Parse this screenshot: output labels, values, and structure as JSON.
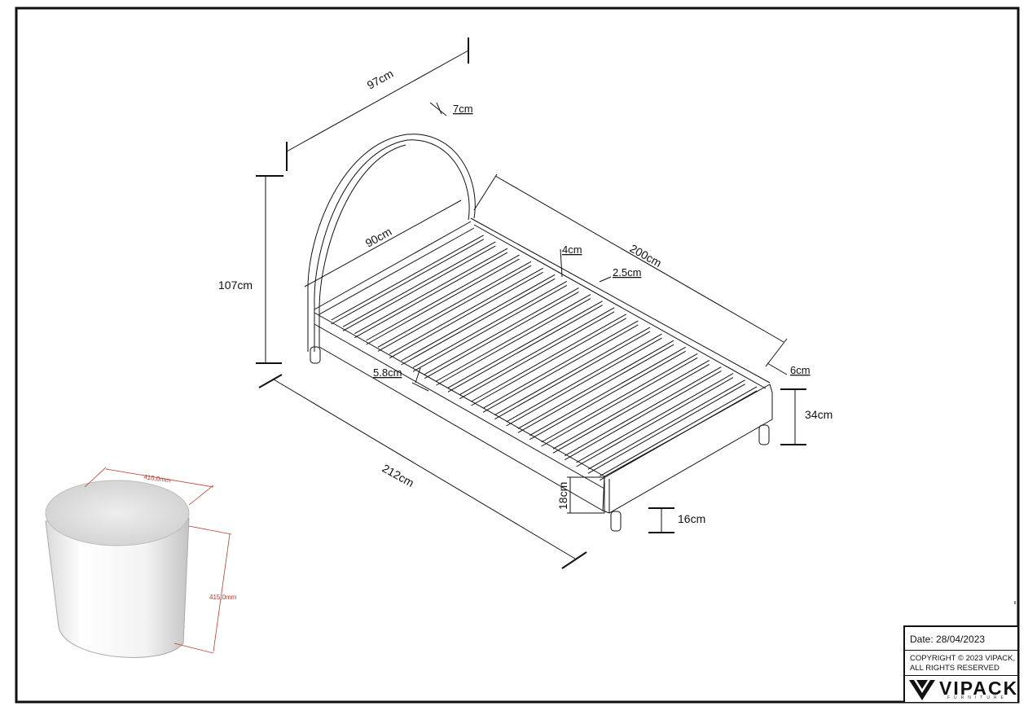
{
  "dimensions": {
    "width_97": "97cm",
    "thickness_7": "7cm",
    "height_107": "107cm",
    "width_90": "90cm",
    "length_200": "200cm",
    "slat_4": "4cm",
    "gap_2_5": "2.5cm",
    "frame_6": "6cm",
    "slat_5_8": "5.8cm",
    "height_34": "34cm",
    "length_212": "212cm",
    "side_18": "18cm",
    "leg_16": "16cm"
  },
  "stool": {
    "diameter": "410,0mm",
    "height": "415,0mm"
  },
  "title_block": {
    "date": "Date: 28/04/2023",
    "copyright": "COPYRIGHT  © 2023 VIPACK, ALL RIGHTS RESERVED",
    "logo_name": "VIPACK",
    "logo_sub": "FURNITURE"
  },
  "colors": {
    "line": "#111111",
    "stool_dim": "#c0392b"
  }
}
